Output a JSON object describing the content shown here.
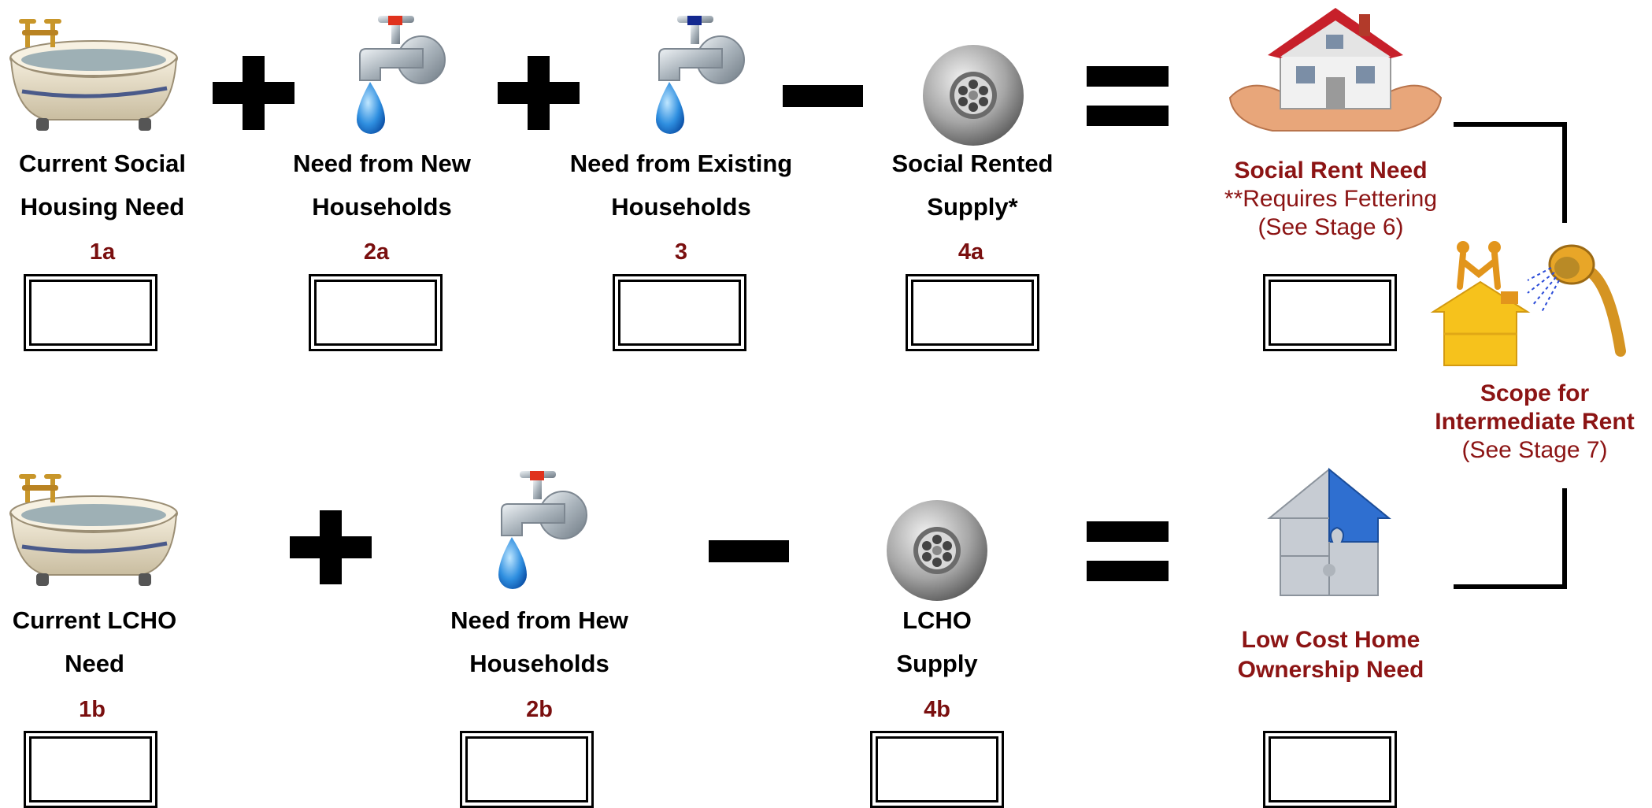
{
  "row1": {
    "current": {
      "line1": "Current Social",
      "line2": "Housing Need",
      "code": "1a"
    },
    "new_households": {
      "line1": "Need from New",
      "line2": "Households",
      "code": "2a"
    },
    "existing_households": {
      "line1": "Need from Existing",
      "line2": "Households",
      "code": "3"
    },
    "supply": {
      "line1": "Social Rented",
      "line2": "Supply*",
      "code": "4a"
    },
    "result": {
      "title": "Social Rent Need",
      "note1": "**Requires Fettering",
      "note2": "(See Stage 6)"
    }
  },
  "row2": {
    "current": {
      "line1": "Current LCHO",
      "line2": "Need",
      "code": "1b"
    },
    "new_households": {
      "line1": "Need from Hew",
      "line2": "Households",
      "code": "2b"
    },
    "supply": {
      "line1": "LCHO",
      "line2": "Supply",
      "code": "4b"
    },
    "result": {
      "title1": "Low Cost Home",
      "title2": "Ownership Need"
    }
  },
  "intermediate": {
    "title1": "Scope for",
    "title2": "Intermediate Rent",
    "note": "(See Stage 7)"
  },
  "icons": {
    "bathtub": "bathtub-icon",
    "tap_red": "tap-red-handle-icon",
    "tap_blue": "tap-blue-handle-icon",
    "drain": "drain-plug-icon",
    "house_in_hands": "house-in-hands-icon",
    "puzzle_house": "puzzle-house-icon",
    "handshake_house": "handshake-on-house-icon",
    "shower_head": "shower-head-icon"
  },
  "colors": {
    "accent": "#8c1414",
    "line": "#000000"
  }
}
